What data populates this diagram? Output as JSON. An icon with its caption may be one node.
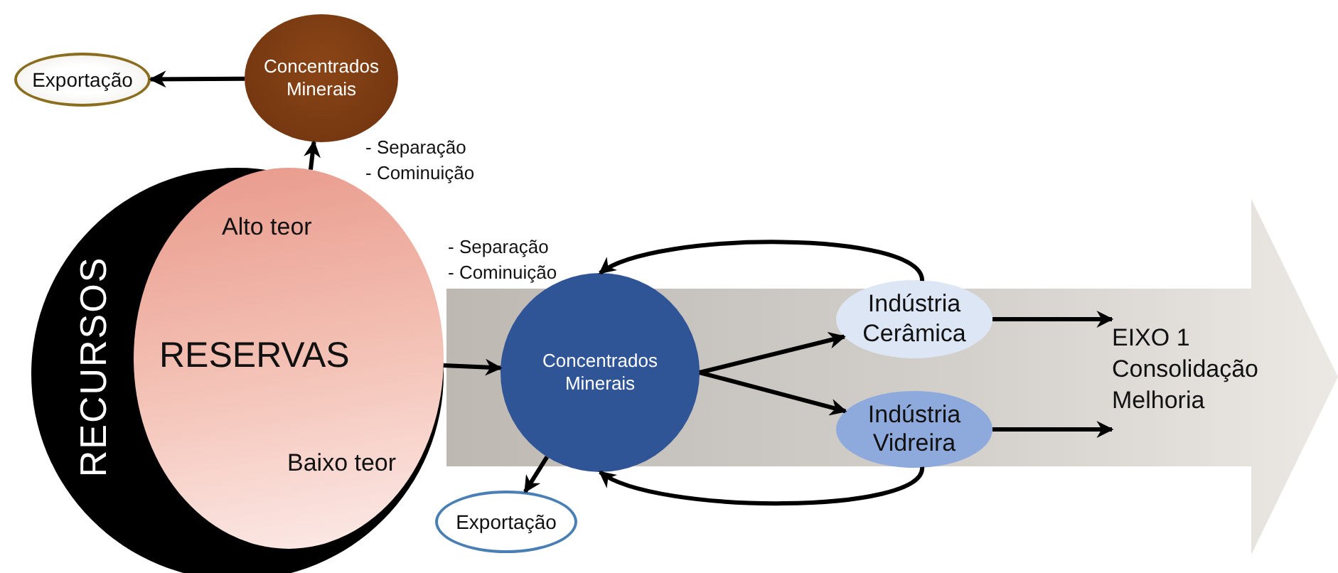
{
  "diagram": {
    "nodes": [
      {
        "text": [
          "RECURSOS"
        ]
      },
      {
        "text": [
          "Alto teor",
          "RESERVAS",
          "Baixo teor"
        ],
        "in": 0
      },
      {
        "text": [
          "Exportação"
        ]
      },
      {
        "text": [
          "Concentrados Minerais"
        ],
        "beside": [
          "- Separação",
          "- Cominuição"
        ]
      },
      {
        "text": [],
        "shape": "arrow"
      },
      {
        "text": [
          "Concentrados Minerais"
        ],
        "in": 4
      },
      {
        "text": [
          "Indústria Cerâmica"
        ],
        "in": 4
      },
      {
        "text": [
          "Indústria Vidreira"
        ],
        "in": 4
      },
      {
        "text": [
          "EIXO 1",
          "Consolidação",
          "Melhoria"
        ],
        "in": 4
      },
      {
        "text": [
          "Exportação"
        ]
      }
    ],
    "edges": [
      {
        "from": 1,
        "to": 3,
        "arrow": "to"
      },
      {
        "from": 3,
        "to": 2,
        "arrow": "to"
      },
      {
        "from": 1,
        "to": 5,
        "arrow": "to"
      },
      {
        "from": 5,
        "to": 9,
        "arrow": "to"
      },
      {
        "from": 5,
        "to": 6,
        "arrow": "to"
      },
      {
        "from": 5,
        "to": 7,
        "arrow": "to"
      },
      {
        "from": 6,
        "to": 5,
        "arrow": "to"
      },
      {
        "from": 7,
        "to": 5,
        "arrow": "to"
      },
      {
        "from": 6,
        "to": 8,
        "arrow": "to"
      },
      {
        "from": 7,
        "to": 8,
        "arrow": "to"
      }
    ],
    "labels": [
      "- Separação",
      "- Cominuição"
    ]
  }
}
